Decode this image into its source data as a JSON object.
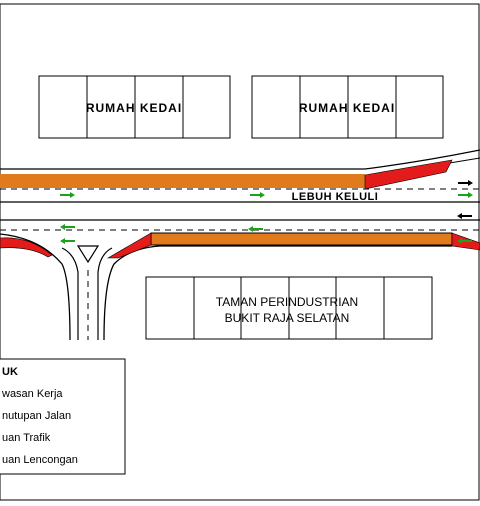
{
  "buildings": {
    "shop_left": "RUMAH KEDAI",
    "shop_right": "RUMAH KEDAI",
    "industrial_line1": "TAMAN PERINDUSTRIAN",
    "industrial_line2": "BUKIT RAJA SELATAN"
  },
  "road": {
    "name": "LEBUH KELULI"
  },
  "legend": {
    "title": "UK",
    "items": [
      {
        "label": "wasan Kerja",
        "swatch": "#e07a1c"
      },
      {
        "label": "nutupan Jalan",
        "swatch": "#e31b1b"
      },
      {
        "label": "uan Trafik",
        "swatch": "#1aa21a"
      },
      {
        "label": "uan Lencongan",
        "swatch": "#000000"
      }
    ]
  },
  "colors": {
    "work_zone": "#e07a1c",
    "road_closure": "#e31b1b",
    "traffic_arrow": "#1aa21a",
    "diversion_arrow": "#000000"
  }
}
